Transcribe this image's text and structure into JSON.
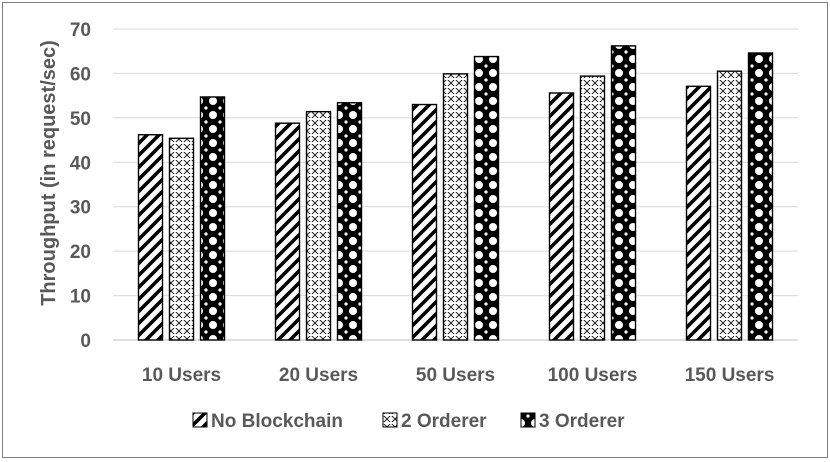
{
  "chart_data": {
    "type": "bar",
    "title": "",
    "xlabel": "",
    "ylabel": "Throughput (in request/sec)",
    "ylim": [
      0,
      70
    ],
    "yticks": [
      0,
      10,
      20,
      30,
      40,
      50,
      60,
      70
    ],
    "categories": [
      "10 Users",
      "20 Users",
      "50 Users",
      "100 Users",
      "150 Users"
    ],
    "series": [
      {
        "name": "No Blockchain",
        "pattern": "diagonal-stripes",
        "values": [
          46.2,
          48.8,
          53.0,
          55.6,
          57.1
        ]
      },
      {
        "name": "2 Orderer",
        "pattern": "checkered",
        "values": [
          45.4,
          51.4,
          59.9,
          59.4,
          60.5
        ]
      },
      {
        "name": "3 Orderer",
        "pattern": "diamond-dots",
        "values": [
          54.7,
          53.4,
          63.8,
          66.2,
          64.6
        ]
      }
    ],
    "grid": true,
    "legend_position": "bottom",
    "colors": {
      "bar_stroke": "#000000",
      "grid": "#d9d9d9",
      "text": "#595959",
      "frame": "#7f7f7f"
    }
  }
}
